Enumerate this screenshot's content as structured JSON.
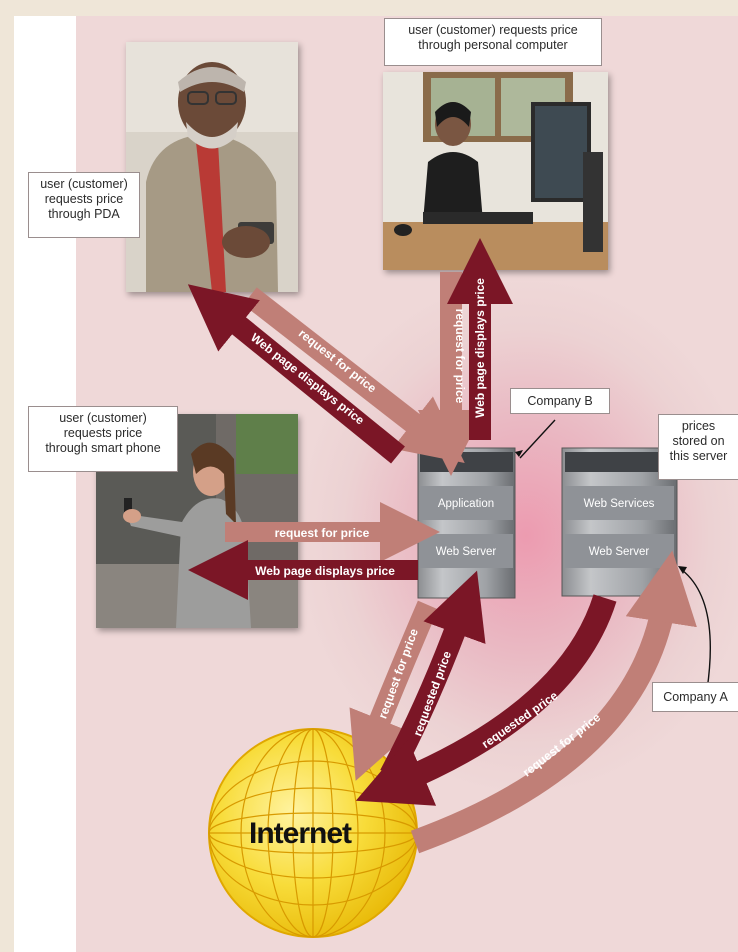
{
  "callouts": {
    "pda": [
      "user (customer)",
      "requests price",
      "through PDA"
    ],
    "pc": [
      "user (customer) requests price",
      "through personal computer"
    ],
    "phone": [
      "user (customer)",
      "requests price",
      "through smart phone"
    ],
    "company_b": "Company B",
    "company_a": "Company A",
    "prices_stored": [
      "prices",
      "stored on",
      "this server"
    ]
  },
  "servers": {
    "company_b": {
      "top_label": "Application",
      "bottom_label": "Web Server"
    },
    "company_a": {
      "top_label": "Web Services",
      "bottom_label": "Web Server"
    }
  },
  "arrows": {
    "request_for_price": "request for price",
    "web_page_displays_price": "Web page displays price",
    "requested_price": "requested price"
  },
  "internet_label": "Internet",
  "colors": {
    "dark_arrow": "#7b1626",
    "light_arrow": "#c07f77",
    "globe": "#f6d11c",
    "background": "#ecd2d3"
  }
}
